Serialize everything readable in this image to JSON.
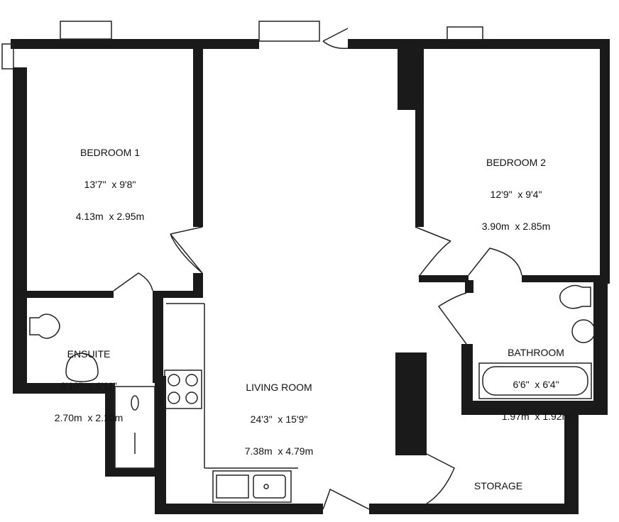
{
  "rooms": {
    "bedroom1": {
      "name": "BEDROOM 1",
      "imperial": "13'7\"  x 9'8\"",
      "metric": "4.13m  x 2.95m"
    },
    "bedroom2": {
      "name": "BEDROOM 2",
      "imperial": "12'9\"  x 9'4\"",
      "metric": "3.90m  x 2.85m"
    },
    "ensuite": {
      "name": "ENSUITE",
      "imperial": "8'10\"  x 6'11\"",
      "metric": "2.70m  x 2.10m"
    },
    "living": {
      "name": "LIVING ROOM",
      "imperial": "24'3\"  x 15'9\"",
      "metric": "7.38m  x 4.79m"
    },
    "bathroom": {
      "name": "BATHROOM",
      "imperial": "6'6\"  x 6'4\"",
      "metric": "1.97m  x 1.92m"
    },
    "storage": {
      "name": "STORAGE"
    }
  },
  "colors": {
    "wall": "#1a1a1a",
    "line": "#222222",
    "background": "#ffffff"
  }
}
